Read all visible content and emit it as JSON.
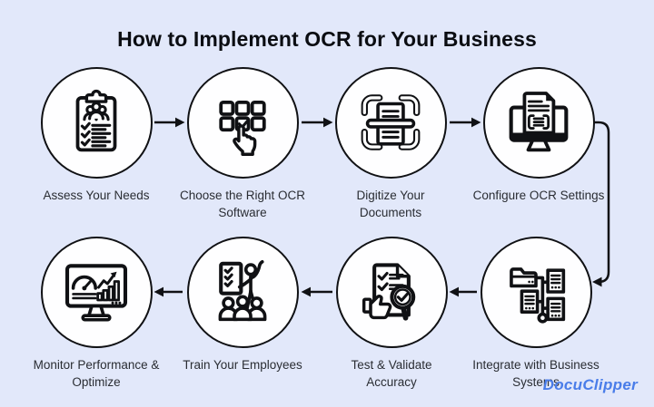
{
  "title": "How to Implement OCR for Your Business",
  "steps": [
    {
      "label": "Assess Your Needs",
      "icon": "clipboard-checklist-icon"
    },
    {
      "label": "Choose the Right OCR\nSoftware",
      "icon": "software-selection-grid-icon"
    },
    {
      "label": "Digitize Your\nDocuments",
      "icon": "document-scan-icon"
    },
    {
      "label": "Configure OCR Settings",
      "icon": "monitor-ocr-settings-icon"
    },
    {
      "label": "Integrate with Business\nSystems",
      "icon": "systems-integration-icon"
    },
    {
      "label": "Test & Validate\nAccuracy",
      "icon": "validate-accuracy-icon"
    },
    {
      "label": "Train Your Employees",
      "icon": "employee-training-icon"
    },
    {
      "label": "Monitor Performance &\nOptimize",
      "icon": "performance-dashboard-icon"
    }
  ],
  "brand": {
    "logo_text": "DocuClipper",
    "logo_color": "#4a7de9"
  },
  "colors": {
    "background": "#e2e8fa",
    "circle_fill": "#fefeff",
    "line": "#101114",
    "label_text": "#2a2d33"
  }
}
